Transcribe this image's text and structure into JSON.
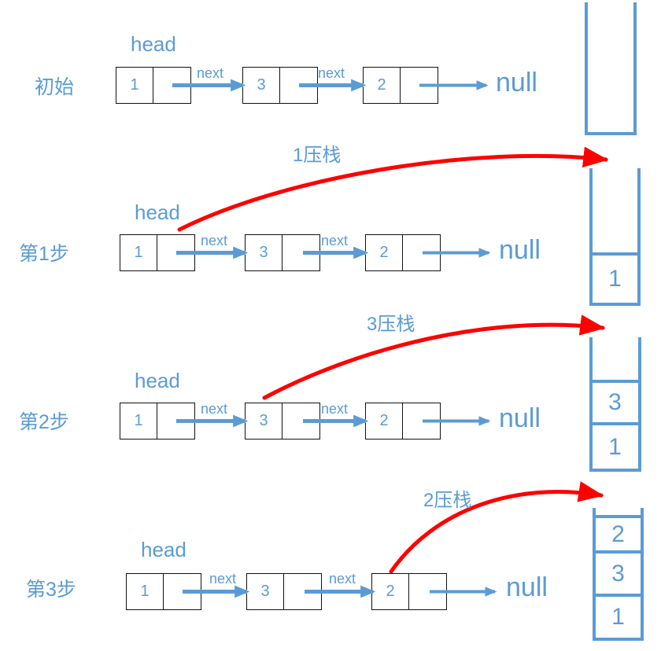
{
  "colors": {
    "accent_blue": "#5B9BD5",
    "arrow_red": "#FE0000",
    "box_border": "#111111"
  },
  "rows": [
    {
      "step_label": "初始",
      "head_label": "head",
      "next_label": "next",
      "null_label": "null",
      "nodes": [
        "1",
        "3",
        "2"
      ],
      "stack": []
    },
    {
      "step_label": "第1步",
      "head_label": "head",
      "next_label": "next",
      "null_label": "null",
      "nodes": [
        "1",
        "3",
        "2"
      ],
      "push_label": "1压栈",
      "stack": [
        "1"
      ]
    },
    {
      "step_label": "第2步",
      "head_label": "head",
      "next_label": "next",
      "null_label": "null",
      "nodes": [
        "1",
        "3",
        "2"
      ],
      "push_label": "3压栈",
      "stack": [
        "3",
        "1"
      ]
    },
    {
      "step_label": "第3步",
      "head_label": "head",
      "next_label": "next",
      "null_label": "null",
      "nodes": [
        "1",
        "3",
        "2"
      ],
      "push_label": "2压栈",
      "stack": [
        "2",
        "3",
        "1"
      ]
    }
  ]
}
